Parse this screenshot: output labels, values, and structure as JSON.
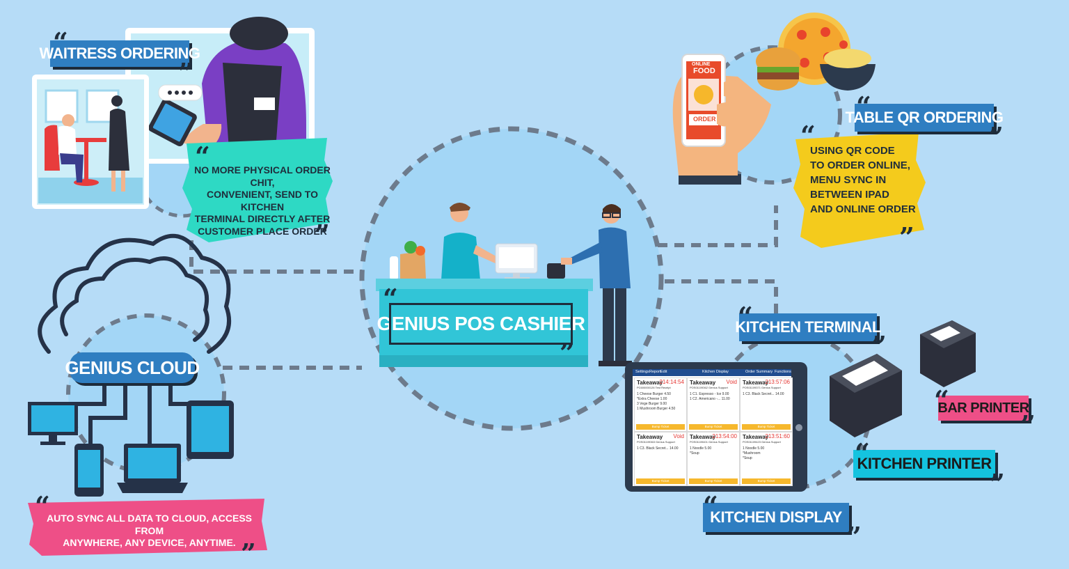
{
  "colors": {
    "background": "#b6dcf7",
    "label_blue": "#2f7ec1",
    "label_cyan": "#14c3df",
    "label_pink": "#ee4f87",
    "note_green": "#2ed9c4",
    "note_yellow": "#f4cb1c",
    "note_pink": "#ee4f87",
    "connector": "#6d7b8c"
  },
  "hub": {
    "label": "GENIUS POS CASHIER",
    "icon": "cashier-counter-illustration"
  },
  "nodes": {
    "waitress": {
      "label": "WAITRESS ORDERING",
      "note": [
        "NO MORE PHYSICAL ORDER CHIT,",
        "CONVENIENT, SEND TO KITCHEN",
        "TERMINAL DIRECTLY AFTER",
        "CUSTOMER PLACE ORDER"
      ],
      "icon": "waitress-tablet-illustration"
    },
    "table_qr": {
      "label": "TABLE QR ORDERING",
      "note": [
        "USING QR CODE",
        "TO ORDER ONLINE,",
        "MENU SYNC IN",
        "BETWEEN IPAD",
        "AND ONLINE ORDER"
      ],
      "phone_text_top": "ONLINE",
      "phone_text_main": "FOOD",
      "phone_button": "ORDER",
      "icon": "phone-food-order-illustration"
    },
    "cloud": {
      "label": "GENIUS CLOUD",
      "note": [
        "AUTO SYNC ALL DATA TO CLOUD, ACCESS FROM",
        "ANYWHERE, ANY DEVICE, ANYTIME."
      ],
      "icon": "cloud-devices-illustration"
    },
    "kitchen_terminal": {
      "label": "KITCHEN TERMINAL"
    },
    "kitchen_display": {
      "label": "KITCHEN DISPLAY"
    },
    "kitchen_printer": {
      "label": "KITCHEN PRINTER",
      "icon": "printer-icon"
    },
    "bar_printer": {
      "label": "BAR PRINTER",
      "icon": "printer-icon"
    }
  },
  "kitchen_screen": {
    "menu": [
      "Settings",
      "Report",
      "Edit"
    ],
    "title": "Kitchen Display",
    "menu_right": [
      "Order Summary",
      "Functions"
    ],
    "cards": [
      {
        "title": "Takeaway",
        "time": "214:14:54",
        "ref": "PC600000126",
        "who": "Test Receipt",
        "lines": [
          "1   Cheese Burger      4.50",
          "      *Extra Cheese    1.00",
          "3   Vege Burger        9.00",
          "1   Mushroom Burger    4.50"
        ],
        "btn": "Bump Ticket"
      },
      {
        "title": "Takeaway",
        "time": "Void",
        "ref": "POS01109362",
        "who": "Genius Support",
        "lines": [
          "1   C1. Espresso - Ice    9.00",
          "1   C2. Americano -...   11.00"
        ],
        "btn": "Bump Ticket"
      },
      {
        "title": "Takeaway",
        "time": "213:57:06",
        "ref": "POS01109371",
        "who": "Genius Support",
        "lines": [
          "1   C3. Black Secret...   14.00"
        ],
        "btn": "Bump Ticket"
      },
      {
        "title": "Takeaway",
        "time": "Void",
        "ref": "POS01109363",
        "who": "Genius Support",
        "lines": [
          "1   C3. Black Secret...   14.00"
        ],
        "btn": "Bump Ticket"
      },
      {
        "title": "Takeaway",
        "time": "213:54:00",
        "ref": "POS01109401",
        "who": "Genius Support",
        "lines": [
          "1   Noodle              5.00",
          "      *Soup"
        ],
        "btn": "Bump Ticket"
      },
      {
        "title": "Takeaway",
        "time": "213:51:60",
        "ref": "POS01109423",
        "who": "Genius Support",
        "lines": [
          "1   Noodle              5.00",
          "      *Mushroom",
          "      *Soup"
        ],
        "btn": "Bump Ticket"
      }
    ]
  }
}
